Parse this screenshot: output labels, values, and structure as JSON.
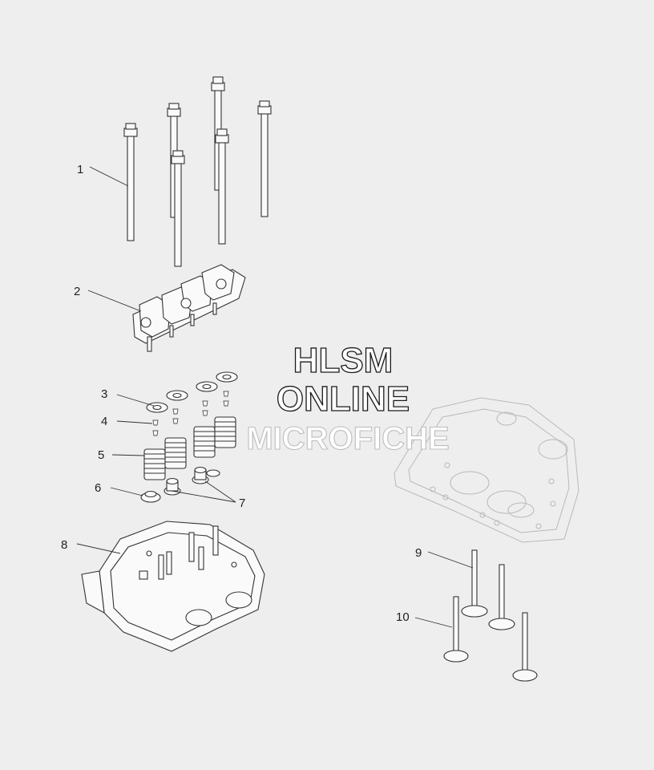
{
  "callouts": [
    {
      "id": "1",
      "label": "1"
    },
    {
      "id": "2",
      "label": "2"
    },
    {
      "id": "3",
      "label": "3"
    },
    {
      "id": "4",
      "label": "4"
    },
    {
      "id": "5",
      "label": "5"
    },
    {
      "id": "6",
      "label": "6"
    },
    {
      "id": "7",
      "label": "7"
    },
    {
      "id": "8",
      "label": "8"
    },
    {
      "id": "9",
      "label": "9"
    },
    {
      "id": "10",
      "label": "10"
    }
  ],
  "watermark": {
    "line1": "HLSM",
    "line2": "ONLINE",
    "line3": "MICROFICHE"
  },
  "colors": {
    "background": "#eeeeee",
    "line": "#333333",
    "ghost": "#b9b9b9"
  }
}
